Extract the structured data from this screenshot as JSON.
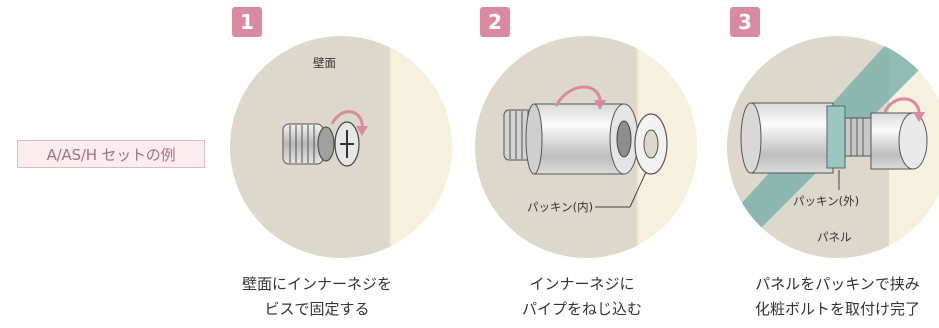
{
  "set_label": "A/AS/H セットの例",
  "steps": [
    {
      "number": "1",
      "wall_label": "壁面",
      "caption_line1": "壁面にインナーネジを",
      "caption_line2": "ビスで固定する"
    },
    {
      "number": "2",
      "packing_label": "パッキン(内)",
      "caption_line1": "インナーネジに",
      "caption_line2": "パイプをねじ込む"
    },
    {
      "number": "3",
      "packing_label": "パッキン(外)",
      "panel_label": "パネル",
      "caption_line1": "パネルをパッキンで挟み",
      "caption_line2": "化粧ボルトを取付け完了"
    }
  ],
  "colors": {
    "accent_pink": "#d98aa0",
    "wall_bg": "#dcd8cc",
    "wall_edge": "#f6f1df",
    "panel_glass": "#7fb3aa",
    "metal": "#c9c9c9"
  }
}
